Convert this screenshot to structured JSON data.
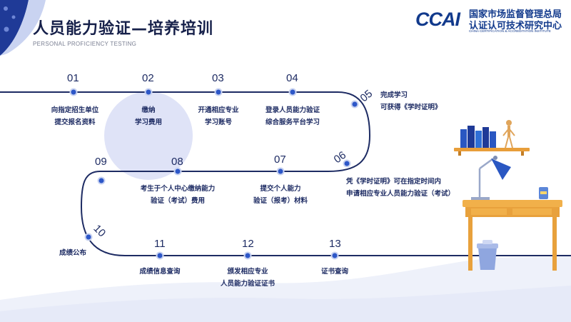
{
  "header": {
    "title": "人员能力验证—培养培训",
    "subtitle": "PERSONAL PROFICIENCY TESTING"
  },
  "logo": {
    "mark": "CCAI",
    "org_line1": "国家市场监督管理总局",
    "org_line2": "认证认可技术研究中心",
    "org_en": "CHINA CERTIFICATION & ACCREDITATION INSTITUTE"
  },
  "colors": {
    "path": "#1d2b63",
    "node": "#2d57c8",
    "highlight": "#dfe3f7",
    "accent": "#123a8c"
  },
  "steps": [
    {
      "num": "01",
      "line1": "向指定招生单位",
      "line2": "提交报名资料"
    },
    {
      "num": "02",
      "line1": "缴纳",
      "line2": "学习费用"
    },
    {
      "num": "03",
      "line1": "开通相应专业",
      "line2": "学习账号"
    },
    {
      "num": "04",
      "line1": "登录人员能力验证",
      "line2": "综合服务平台学习"
    },
    {
      "num": "05",
      "line1": "完成学习",
      "line2": "可获得《学时证明》"
    },
    {
      "num": "06",
      "line1": "凭《学时证明》可在指定时间内",
      "line2": "申请相应专业人员能力验证（考试）"
    },
    {
      "num": "07",
      "line1": "提交个人能力",
      "line2": "验证（报考）材料"
    },
    {
      "num": "08",
      "line1": "考生于个人中心缴纳能力",
      "line2": "验证（考试）费用"
    },
    {
      "num": "09",
      "line1": "",
      "line2": ""
    },
    {
      "num": "10",
      "line1": "成绩公布",
      "line2": ""
    },
    {
      "num": "11",
      "line1": "成绩信息查询",
      "line2": ""
    },
    {
      "num": "12",
      "line1": "颁发相应专业",
      "line2": "人员能力验证证书"
    },
    {
      "num": "13",
      "line1": "证书查询",
      "line2": ""
    }
  ],
  "illustration": {
    "name": "desk-with-books-and-lamp"
  }
}
